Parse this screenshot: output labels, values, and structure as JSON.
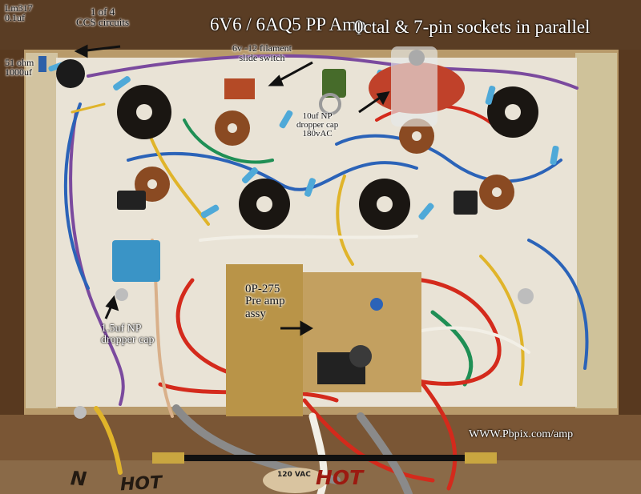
{
  "title": "6V6 / 6AQ5 PP Amp",
  "subtitle": "0ctal & 7-pin sockets in parallel",
  "labels": {
    "lm317": [
      "Lm317",
      "0.1uf"
    ],
    "ccs": [
      "1 of 4",
      "CCS circuits"
    ],
    "resistor_cap": [
      "51 ohm",
      "1000uf"
    ],
    "filament": [
      "6v -12 filament",
      "slide switch"
    ],
    "dropper_10uf": [
      "10uf NP",
      "dropper cap",
      "180vAC"
    ],
    "preamp": [
      "0P-275",
      "Pre amp",
      "assy"
    ],
    "dropper_15uf": [
      "1.5uf NP",
      "dropper cap"
    ],
    "website": "WWW.Pbpix.com/amp"
  },
  "handwriting": {
    "neutral": "N",
    "hot": "HOT",
    "voltage": "120 VAC",
    "hot2": "HOT"
  },
  "colors": {
    "chassis_wood": "#6b4a2e",
    "panel": "#e9e3d6",
    "wire_red": "#d42a1c",
    "wire_blue": "#2b63b8",
    "wire_purple": "#7b4a9e",
    "wire_yellow": "#e0b42a",
    "wire_green": "#1f8f55",
    "socket": "#1a1612",
    "preamp_board": "#c3a060",
    "resistor": "#4fa9d8",
    "cap_blue": "#3a94c6"
  }
}
